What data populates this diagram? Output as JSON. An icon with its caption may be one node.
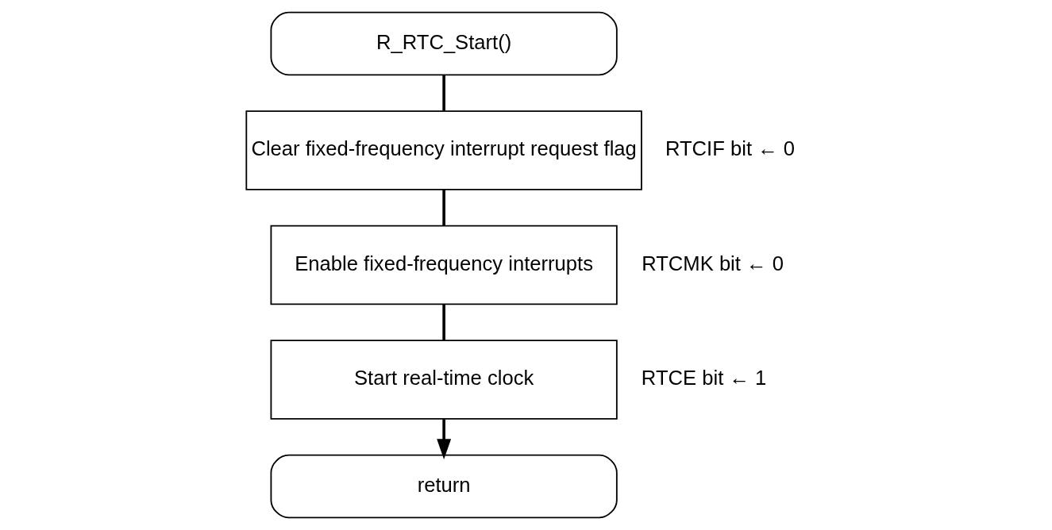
{
  "diagram": {
    "nodes": [
      {
        "text": [
          "R_RTC_Start()"
        ]
      },
      {
        "text": [
          "Clear fixed-frequency interrupt request flag"
        ],
        "beside": [
          "RTCIF bit ← 0"
        ]
      },
      {
        "text": [
          "Enable fixed-frequency interrupts"
        ],
        "beside": [
          "RTCMK bit ← 0"
        ]
      },
      {
        "text": [
          "Start real-time clock"
        ],
        "beside": [
          "RTCE bit ← 1"
        ]
      },
      {
        "text": [
          "return"
        ]
      }
    ],
    "edges": [
      {
        "from": 0,
        "to": 1,
        "arrow": "none"
      },
      {
        "from": 1,
        "to": 2,
        "arrow": "none"
      },
      {
        "from": 2,
        "to": 3,
        "arrow": "none"
      },
      {
        "from": 3,
        "to": 4,
        "arrow": "to"
      }
    ]
  }
}
